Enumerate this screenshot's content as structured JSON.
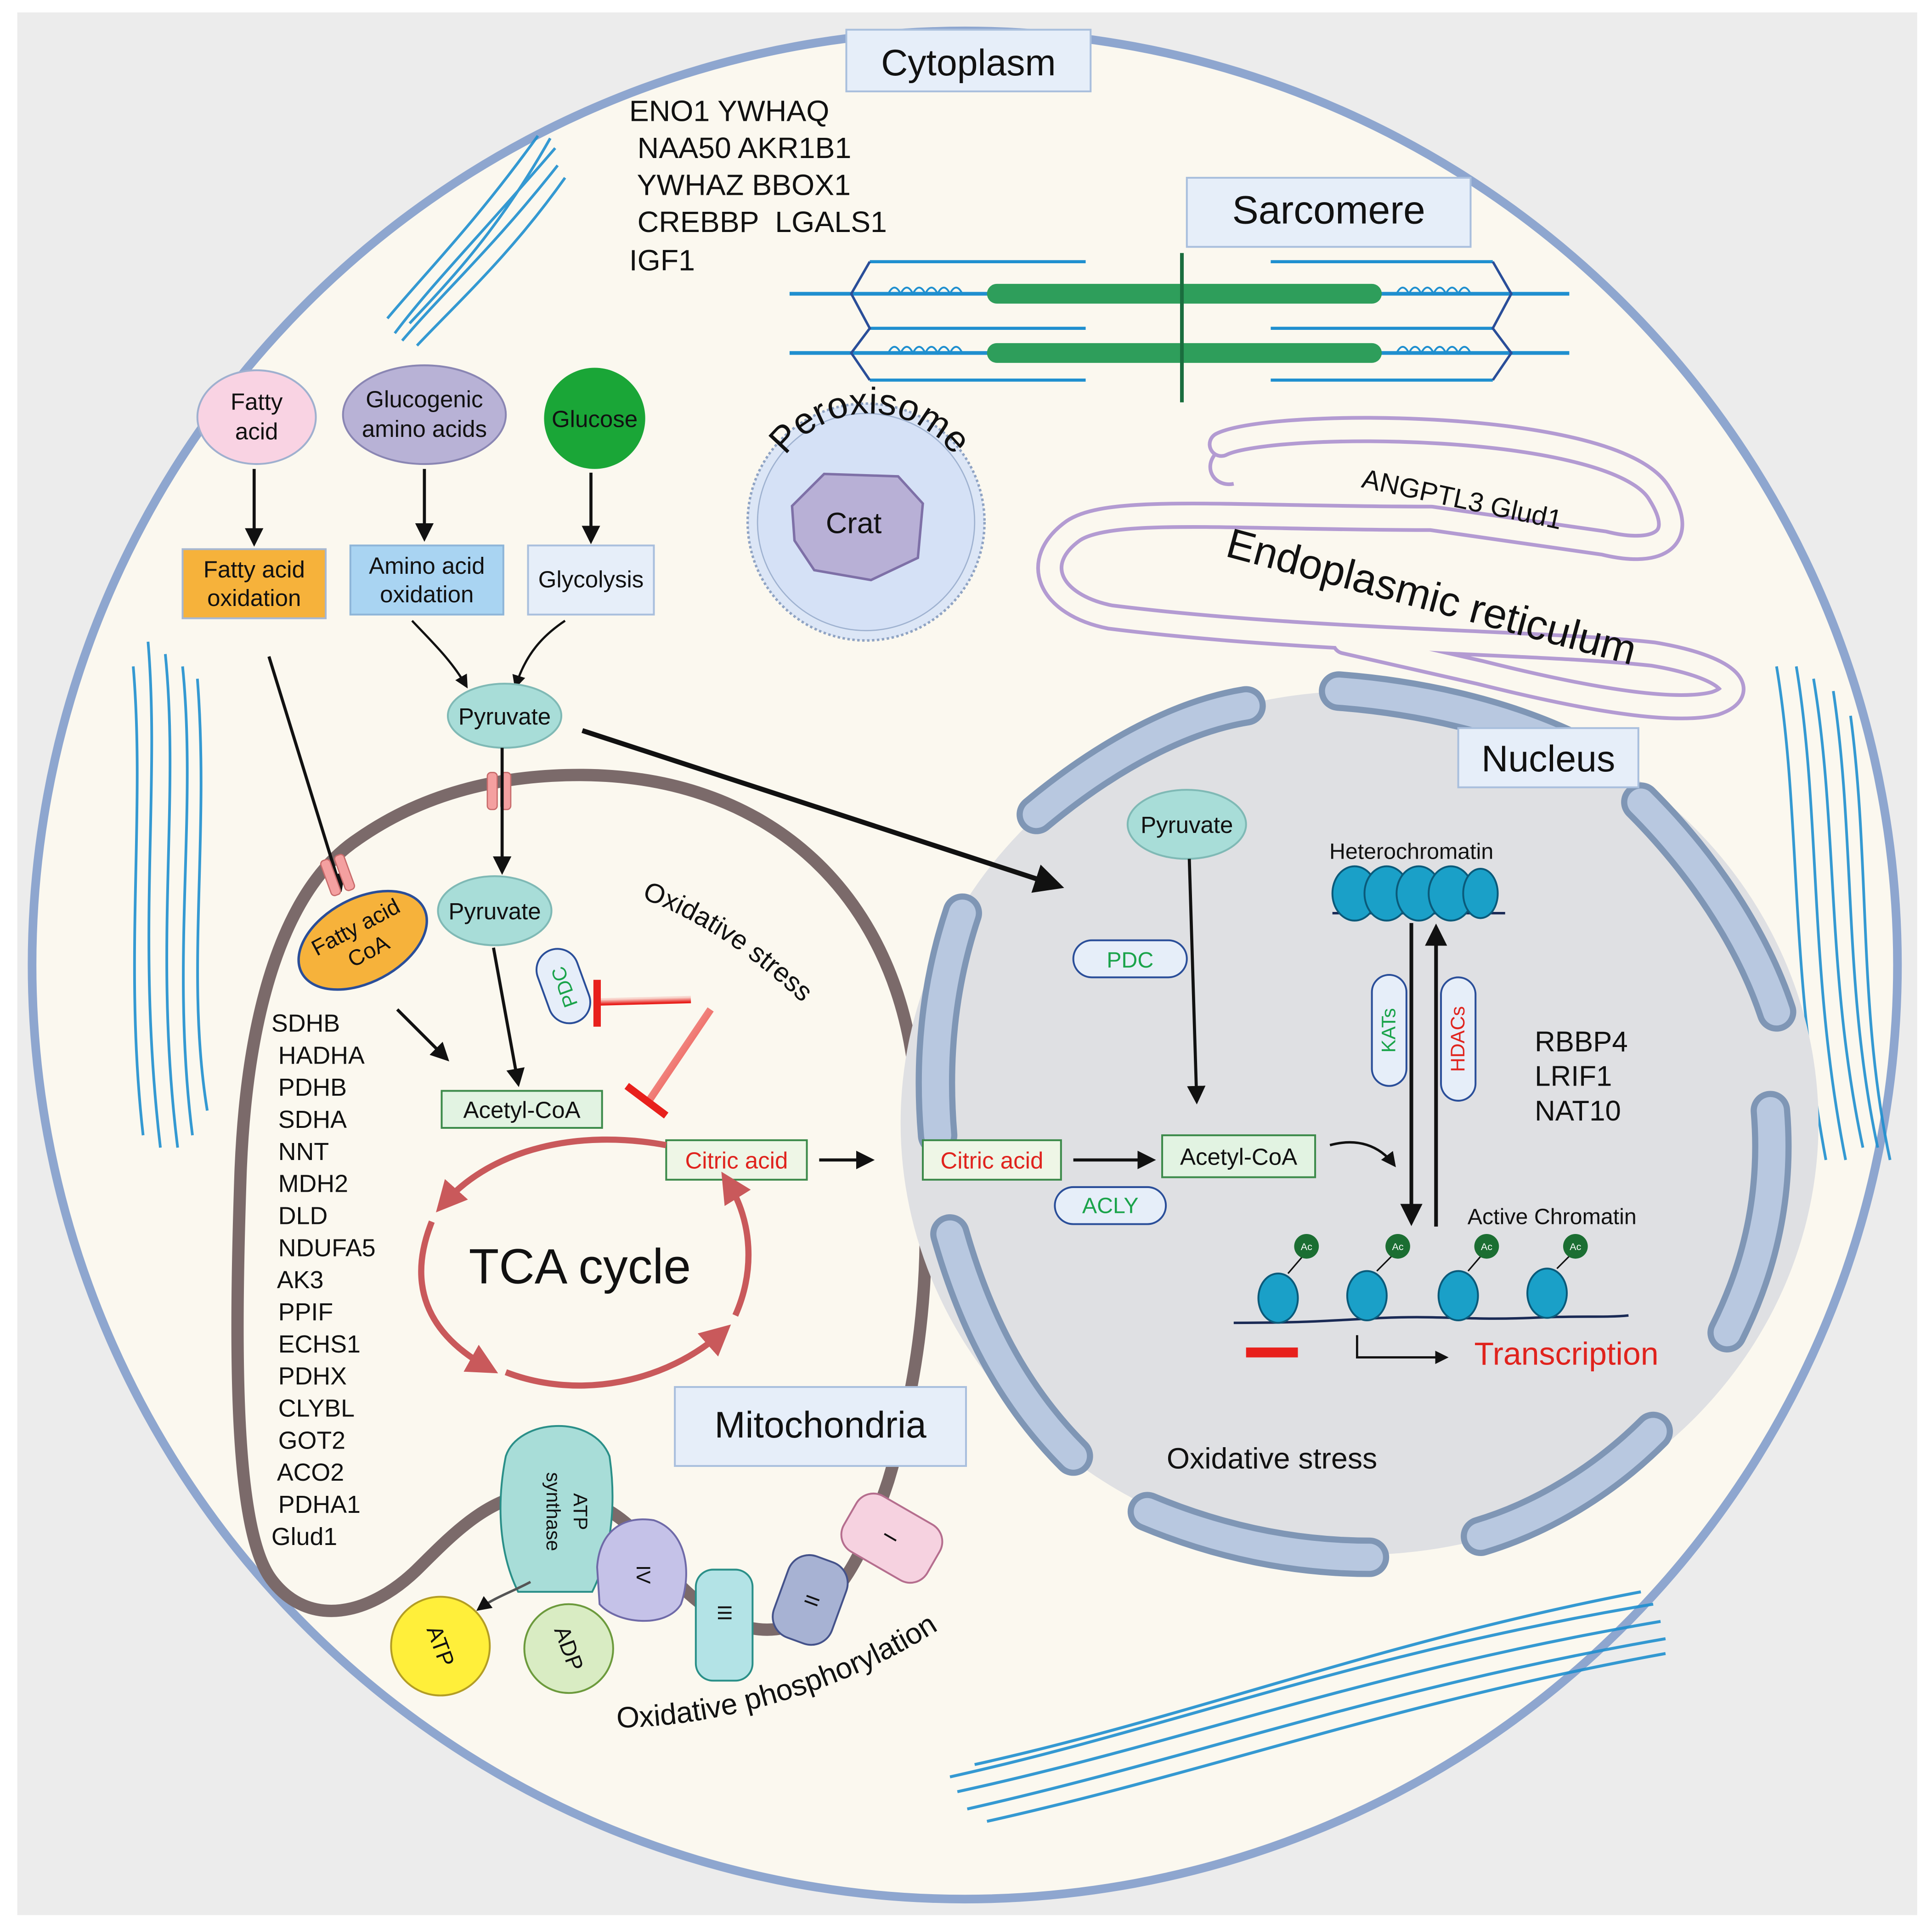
{
  "colors": {
    "cell_fill": "#fbf8ef",
    "cell_border": "#8ea6cf",
    "outer_bg": "#ececec",
    "nucleus_fill": "#dfe0e3",
    "envelope_fill": "#b8c8e0",
    "envelope_stroke": "#7f96b5",
    "mito_stroke": "#7b6a6a",
    "tca_arrow": "#c9595b",
    "inhibit_red": "#e8201c",
    "green_text": "#1aa34a",
    "red_text": "#e0231d",
    "fatty_acid_fill": "#f9d3e3",
    "glucogenic_fill": "#b8b2d6",
    "glucose_fill": "#1aa637",
    "fa_oxidation_fill": "#f6b23b",
    "aa_oxidation_fill": "#a9d4f2",
    "glycolysis_fill": "#e6eef9",
    "pyruvate_fill": "#a8ddd8",
    "acetyl_fill": "#e2f3e2",
    "citric_fill": "#eef6e6",
    "label_box_fill": "#e6eef9",
    "fiber_blue": "#1f8fcf",
    "sarcomere_green": "#2e9e5b"
  },
  "compartments": {
    "cytoplasm": "Cytoplasm",
    "sarcomere": "Sarcomere",
    "peroxisome": "Peroxisome",
    "crat": "Crat",
    "er": "Endoplasmic reticulum",
    "er_genes": "ANGPTL3 Glud1",
    "nucleus": "Nucleus",
    "mitochondria": "Mitochondria"
  },
  "cytoplasm_genes": [
    "ENO1 YWHAQ",
    " NAA50 AKR1B1",
    " YWHAZ BBOX1",
    " CREBBP  LGALS1",
    "IGF1"
  ],
  "substrates": {
    "fatty_acid": [
      "Fatty",
      "acid"
    ],
    "glucogenic": [
      "Glucogenic",
      "amino acids"
    ],
    "glucose": "Glucose"
  },
  "pathways": {
    "fa_oxidation": [
      "Fatty acid",
      "oxidation"
    ],
    "aa_oxidation": [
      "Amino acid",
      "oxidation"
    ],
    "glycolysis": "Glycolysis"
  },
  "metabolites": {
    "pyruvate": "Pyruvate",
    "fatty_acid_coa": [
      "Fatty acid",
      "CoA"
    ],
    "acetyl_coa": "Acetyl-CoA",
    "citric_acid": "Citric acid",
    "tca_cycle": "TCA cycle",
    "oxidative_stress": "Oxidative  stress",
    "pdc": "PDC",
    "acly": "ACLY"
  },
  "mito_genes": [
    "SDHB",
    " HADHA",
    " PDHB",
    " SDHA",
    " NNT",
    " MDH2",
    " DLD",
    " NDUFA5",
    " AK3",
    " PPIF",
    " ECHS1",
    " PDHX",
    " CLYBL",
    " GOT2",
    " ACO2",
    " PDHA1",
    "Glud1"
  ],
  "oxphos": {
    "atp_synthase": [
      "ATP",
      "synthase"
    ],
    "complex_iv": "IV",
    "complex_iii": "III",
    "complex_ii": "II",
    "complex_i": "I",
    "atp": "ATP",
    "adp": "ADP",
    "label": "Oxidative phosphorylation"
  },
  "nucleus_content": {
    "heterochromatin": "Heterochromatin",
    "kats": "KATs",
    "hdacs": "HDACs",
    "active_chromatin": "Active Chromatin",
    "ac": "Ac",
    "transcription": "Transcription",
    "oxidative_stress": "Oxidative stress",
    "genes": [
      "RBBP4",
      "LRIF1",
      "NAT10"
    ]
  }
}
